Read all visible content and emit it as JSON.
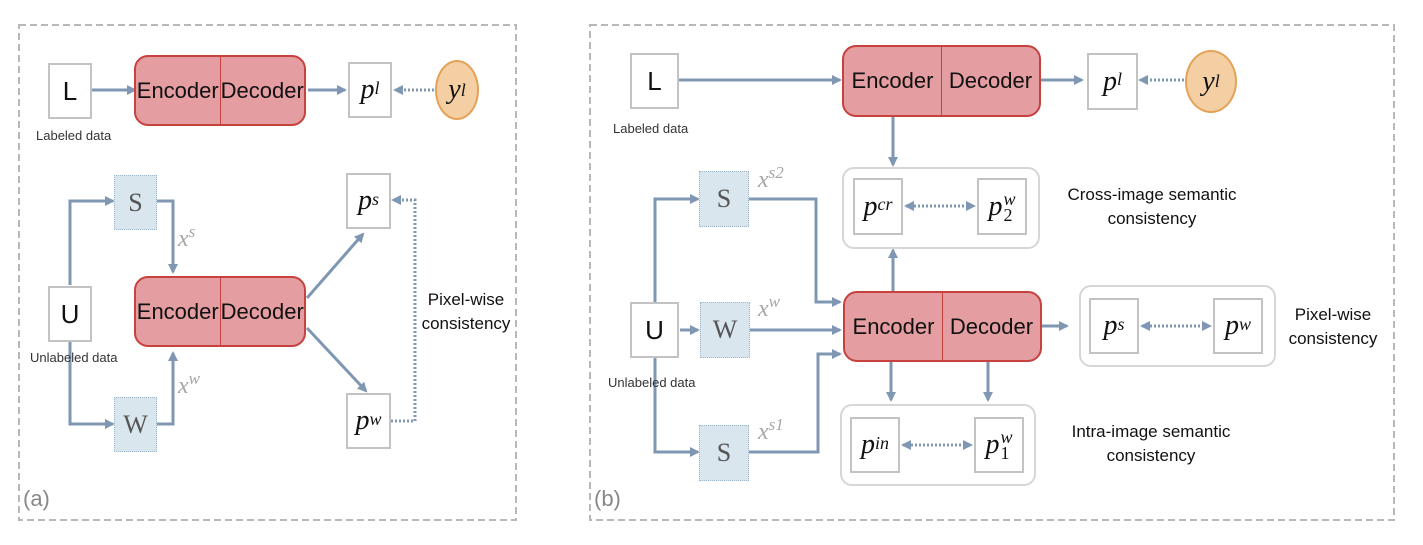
{
  "colors": {
    "encoder_decoder_fill": "#e49da1",
    "encoder_decoder_border": "#c7413f",
    "augment_fill": "#d9e6ee",
    "arrow": "#7f97b3",
    "label_circle_fill": "#f3cfa3",
    "label_circle_border": "#e4a257",
    "panel_border": "#b8b8b8"
  },
  "panel_a": {
    "tag": "(a)",
    "labeled_input": "L",
    "labeled_caption": "Labeled data",
    "unlabeled_input": "U",
    "unlabeled_caption": "Unlabeled data",
    "strong_aug": "S",
    "weak_aug": "W",
    "x_strong": {
      "base": "x",
      "sup": "s"
    },
    "x_weak": {
      "base": "x",
      "sup": "w"
    },
    "encoder": "Encoder",
    "decoder": "Decoder",
    "pred_labeled": {
      "base": "p",
      "sup": "l"
    },
    "ground_truth": {
      "base": "y",
      "sub": "l"
    },
    "pred_strong": {
      "base": "p",
      "sup": "s"
    },
    "pred_weak": {
      "base": "p",
      "sup": "w"
    },
    "consistency_line1": "Pixel-wise",
    "consistency_line2": "consistency"
  },
  "panel_b": {
    "tag": "(b)",
    "labeled_input": "L",
    "labeled_caption": "Labeled data",
    "unlabeled_input": "U",
    "unlabeled_caption": "Unlabeled data",
    "strong_aug_2": "S",
    "weak_aug": "W",
    "strong_aug_1": "S",
    "x_s2": {
      "base": "x",
      "sup": "s2"
    },
    "x_w": {
      "base": "x",
      "sup": "w"
    },
    "x_s1": {
      "base": "x",
      "sup": "s1"
    },
    "encoder": "Encoder",
    "decoder": "Decoder",
    "pred_labeled": {
      "base": "p",
      "sup": "l"
    },
    "ground_truth": {
      "base": "y",
      "sub": "l"
    },
    "cross": {
      "left": {
        "base": "p",
        "sup": "cr"
      },
      "right": {
        "base": "p",
        "sup": "w",
        "sub": "2"
      },
      "line1": "Cross-image semantic",
      "line2": "consistency"
    },
    "pixel": {
      "left": {
        "base": "p",
        "sup": "s"
      },
      "right": {
        "base": "p",
        "sup": "w"
      },
      "line1": "Pixel-wise",
      "line2": "consistency"
    },
    "intra": {
      "left": {
        "base": "p",
        "sup": "in"
      },
      "right": {
        "base": "p",
        "sup": "w",
        "sub": "1"
      },
      "line1": "Intra-image semantic",
      "line2": "consistency"
    }
  }
}
